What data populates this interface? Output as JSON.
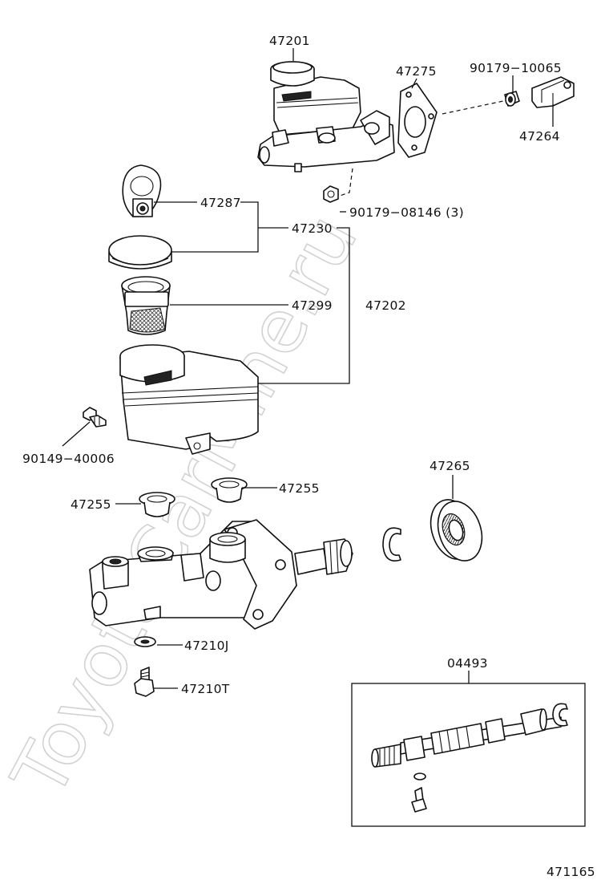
{
  "watermark": "ToyotaCarMine.ru",
  "diagram_id": "471165",
  "labels": {
    "p47201": "47201",
    "p47275": "47275",
    "p90179_10065": "90179−10065",
    "p47264": "47264",
    "p47287": "47287",
    "p90179_08146": "90179−08146 (3)",
    "p47230": "47230",
    "p47299": "47299",
    "p47202": "47202",
    "p90149_40006": "90149−40006",
    "p47265": "47265",
    "p47255_right": "47255",
    "p47255_left": "47255",
    "p47210J": "47210J",
    "p47210T": "47210T",
    "p04493": "04493"
  }
}
